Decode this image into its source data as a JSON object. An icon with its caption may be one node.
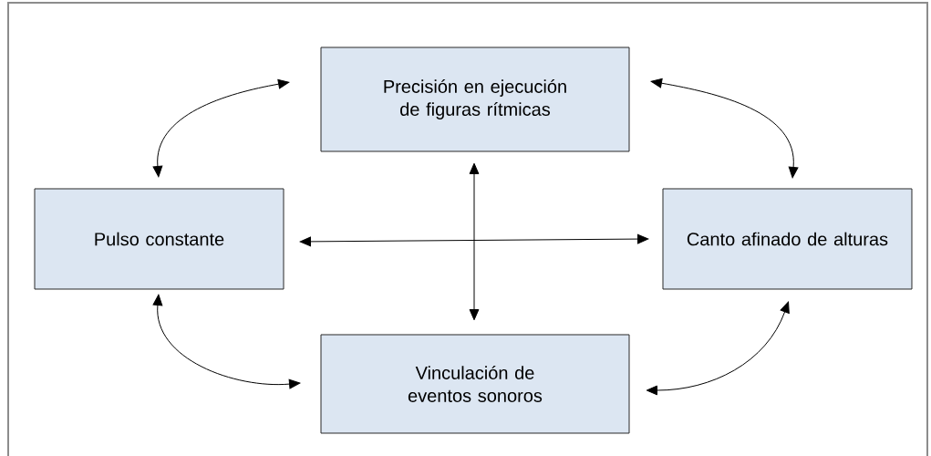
{
  "diagram": {
    "nodes": [
      {
        "text": [
          "Precisión en ejecución de figuras rítmicas"
        ]
      },
      {
        "text": [
          "Pulso constante"
        ]
      },
      {
        "text": [
          "Canto afinado de alturas"
        ]
      },
      {
        "text": [
          "Vinculación de eventos sonoros"
        ]
      }
    ],
    "edges": [
      {
        "from": 0,
        "to": 1,
        "arrow": "both"
      },
      {
        "from": 0,
        "to": 2,
        "arrow": "both"
      },
      {
        "from": 1,
        "to": 2,
        "arrow": "both"
      },
      {
        "from": 0,
        "to": 3,
        "arrow": "both"
      },
      {
        "from": 1,
        "to": 3,
        "arrow": "both"
      },
      {
        "from": 2,
        "to": 3,
        "arrow": "both"
      }
    ]
  }
}
